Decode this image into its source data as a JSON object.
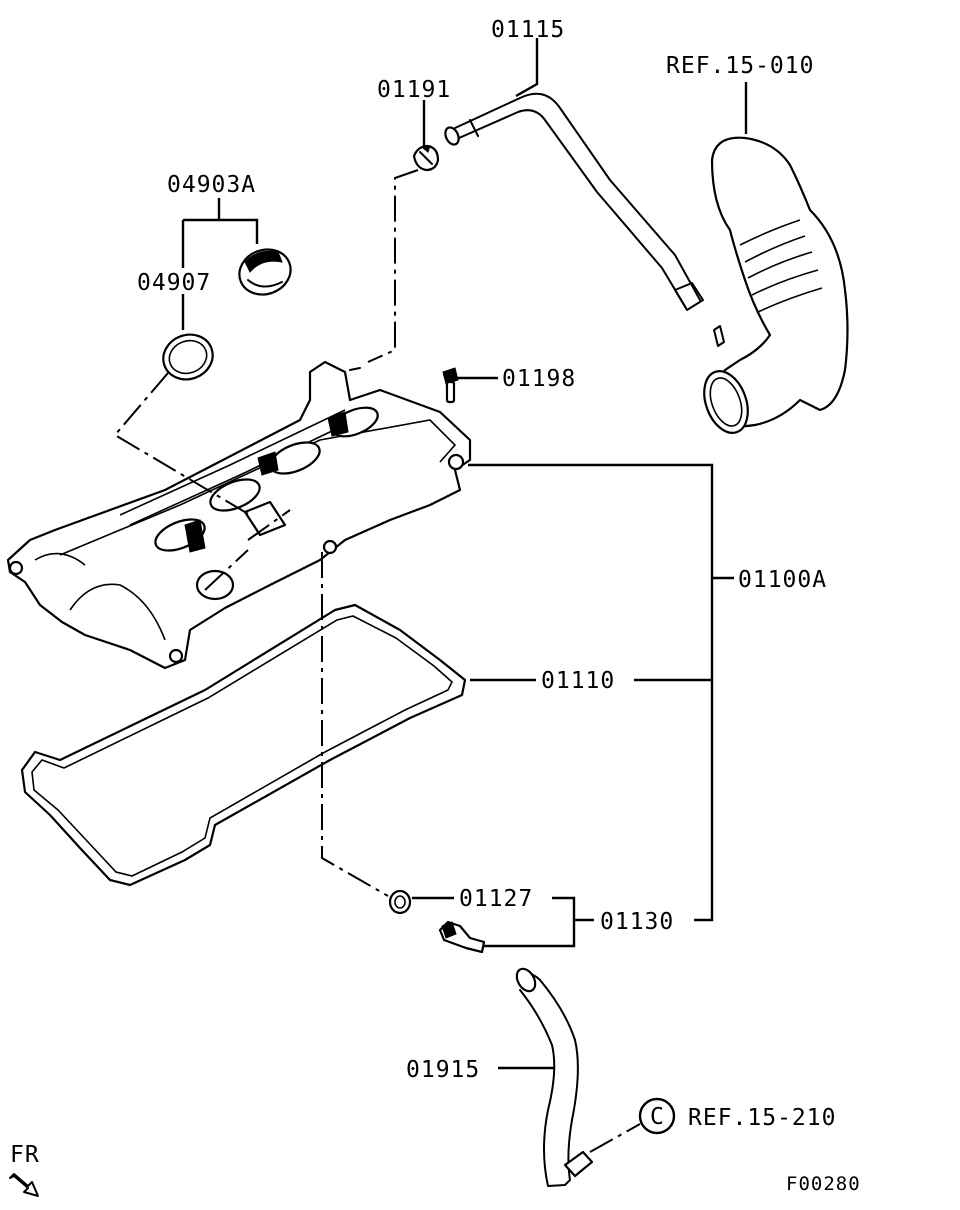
{
  "diagram": {
    "callouts": {
      "p01115": "01115",
      "p01191": "01191",
      "ref15010": "REF.15-010",
      "p04903a": "04903A",
      "p04907": "04907",
      "p01198": "01198",
      "p01100a": "01100A",
      "p01110": "01110",
      "p01127": "01127",
      "p01130": "01130",
      "p01915": "01915",
      "ref15210": "REF.15-210",
      "circle_c": "C"
    },
    "direction_label": "FR",
    "figure_code": "F00280"
  }
}
